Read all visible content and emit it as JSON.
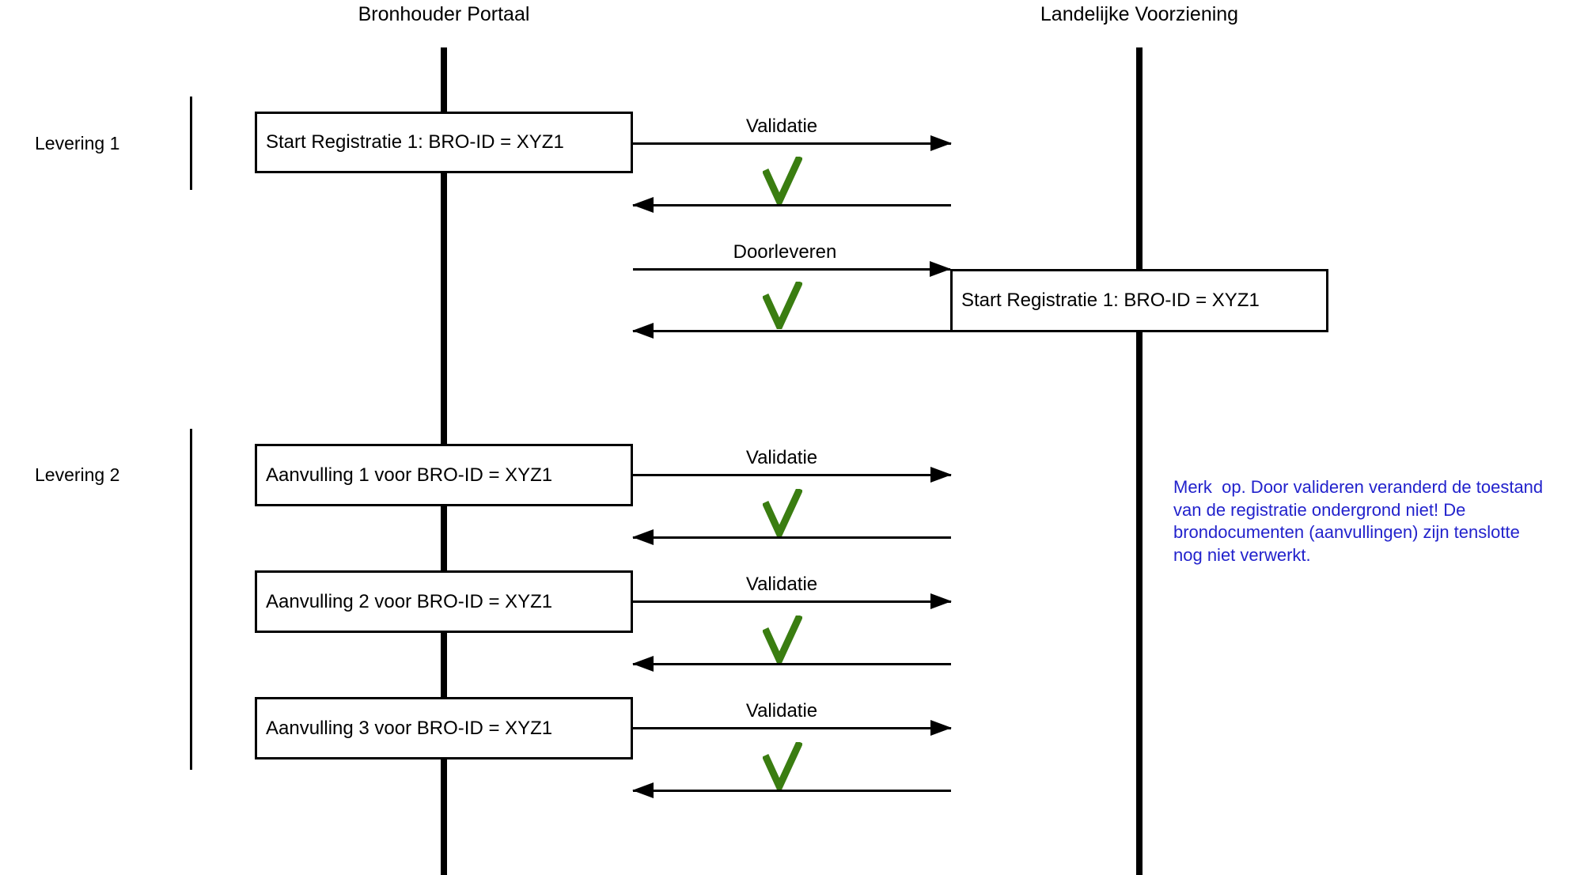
{
  "actors": {
    "left": "Bronhouder Portaal",
    "right": "Landelijke Voorziening"
  },
  "groups": {
    "g1": "Levering 1",
    "g2": "Levering 2"
  },
  "boxes": {
    "start_left": "Start Registratie 1: BRO-ID = XYZ1",
    "start_right": "Start Registratie 1: BRO-ID = XYZ1",
    "aanvulling1": "Aanvulling 1 voor BRO-ID = XYZ1",
    "aanvulling2": "Aanvulling 2 voor BRO-ID = XYZ1",
    "aanvulling3": "Aanvulling 3 voor BRO-ID = XYZ1"
  },
  "exchanges": [
    {
      "label": "Validatie",
      "result_icon": "green-checkmark"
    },
    {
      "label": "Doorleveren",
      "result_icon": "green-checkmark"
    },
    {
      "label": "Validatie",
      "result_icon": "green-checkmark"
    },
    {
      "label": "Validatie",
      "result_icon": "green-checkmark"
    },
    {
      "label": "Validatie",
      "result_icon": "green-checkmark"
    }
  ],
  "note": {
    "text": "Merk  op. Door valideren veranderd de toestand\nvan de registratie ondergrond niet! De\nbrondocumenten (aanvullingen) zijn tenslotte\nnog niet verwerkt."
  },
  "colors": {
    "line_black": "#000000",
    "check_green": "#3a7d11",
    "note_blue": "#2222cc"
  }
}
